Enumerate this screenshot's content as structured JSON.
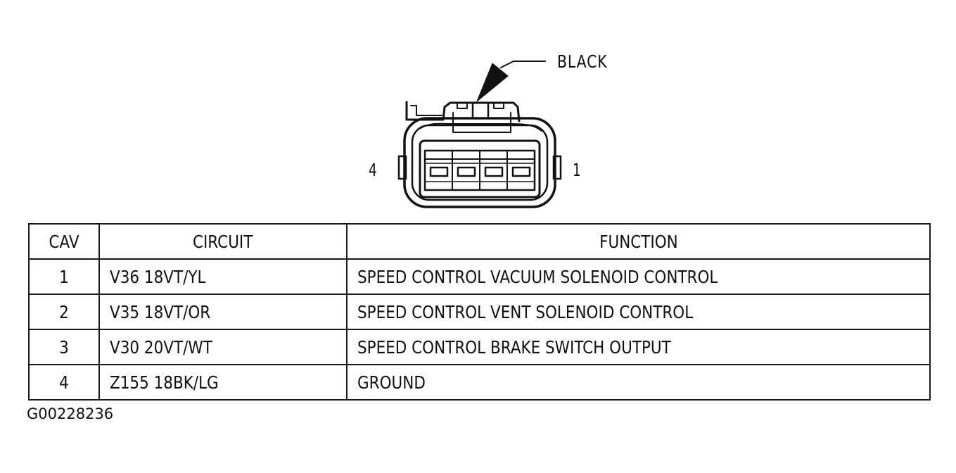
{
  "diagram": {
    "connector_color_label": "BLACK",
    "cavity_left_label": "4",
    "cavity_right_label": "1"
  },
  "table": {
    "headers": [
      "CAV",
      "CIRCUIT",
      "FUNCTION"
    ],
    "rows": [
      {
        "cav": "1",
        "circuit": "V36 18VT/YL",
        "function": "SPEED CONTROL VACUUM SOLENOID CONTROL"
      },
      {
        "cav": "2",
        "circuit": "V35 18VT/OR",
        "function": "SPEED CONTROL VENT SOLENOID CONTROL"
      },
      {
        "cav": "3",
        "circuit": "V30 20VT/WT",
        "function": "SPEED CONTROL BRAKE SWITCH OUTPUT"
      },
      {
        "cav": "4",
        "circuit": "Z155 18BK/LG",
        "function": "GROUND"
      }
    ]
  },
  "figure_id": "G00228236"
}
